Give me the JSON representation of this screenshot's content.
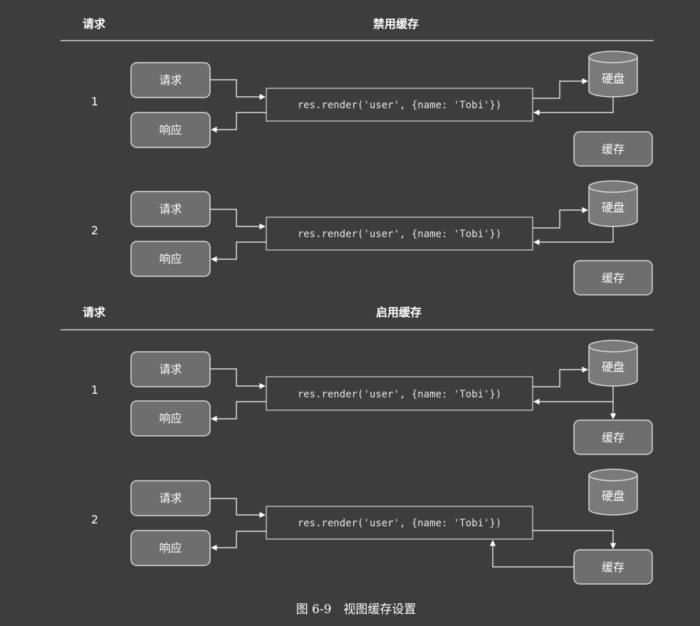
{
  "sections": [
    {
      "left_header": "请求",
      "title": "禁用缓存",
      "rows": [
        {
          "number": "1",
          "request": "请求",
          "response": "响应",
          "code": "res.render('user', {name: 'Tobi'})",
          "disk": "硬盘",
          "cache": "缓存"
        },
        {
          "number": "2",
          "request": "请求",
          "response": "响应",
          "code": "res.render('user', {name: 'Tobi'})",
          "disk": "硬盘",
          "cache": "缓存"
        }
      ]
    },
    {
      "left_header": "请求",
      "title": "启用缓存",
      "rows": [
        {
          "number": "1",
          "request": "请求",
          "response": "响应",
          "code": "res.render('user', {name: 'Tobi'})",
          "disk": "硬盘",
          "cache": "缓存"
        },
        {
          "number": "2",
          "request": "请求",
          "response": "响应",
          "code": "res.render('user', {name: 'Tobi'})",
          "disk": "硬盘",
          "cache": "缓存"
        }
      ]
    }
  ],
  "caption": "图 6-9　视图缓存设置",
  "colors": {
    "background": "#3d3d3d",
    "box_fill": "#6e6e6e",
    "stroke": "#d9d9d9",
    "text": "#ffffff"
  }
}
